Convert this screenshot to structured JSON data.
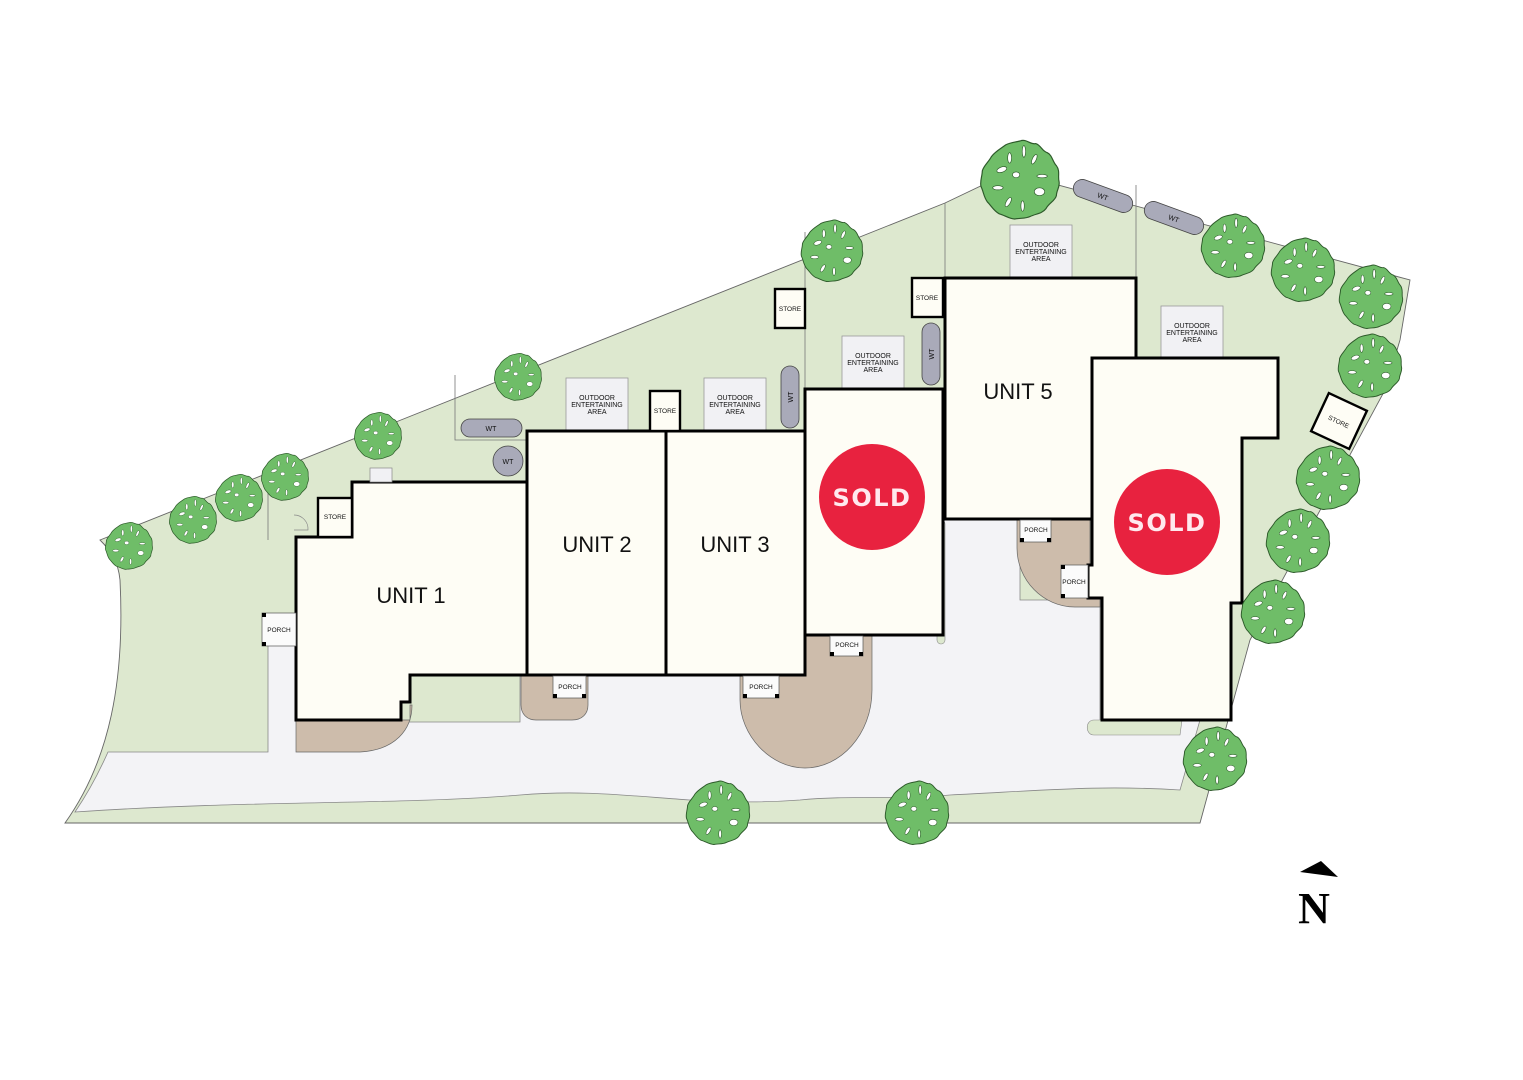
{
  "site_plan": {
    "colors": {
      "lawn": "#dde8cf",
      "lawn_edge": "#777777",
      "driveway": "#f3f3f6",
      "paving": "#cdbcab",
      "unit_fill": "#fefdf5",
      "unit_wall": "#000000",
      "tree": "#6fbd68",
      "tree_edge": "#2d5a2a",
      "water_tank": "#a9aab9",
      "outdoor_area": "#f1f1f4",
      "sold_badge": "#e8223f"
    },
    "units": [
      {
        "id": "unit-1",
        "label": "UNIT 1",
        "status": "available"
      },
      {
        "id": "unit-2",
        "label": "UNIT 2",
        "status": "available"
      },
      {
        "id": "unit-3",
        "label": "UNIT 3",
        "status": "available"
      },
      {
        "id": "unit-4",
        "label": "SOLD",
        "status": "sold"
      },
      {
        "id": "unit-5",
        "label": "UNIT 5",
        "status": "available"
      },
      {
        "id": "unit-6",
        "label": "SOLD",
        "status": "sold"
      }
    ],
    "labels": {
      "store": "STORE",
      "porch": "PORCH",
      "water_tank": "WT",
      "outdoor_line1": "OUTDOOR",
      "outdoor_line2": "ENTERTAINING",
      "outdoor_line3": "AREA"
    },
    "north_arrow": {
      "label": "N"
    }
  }
}
